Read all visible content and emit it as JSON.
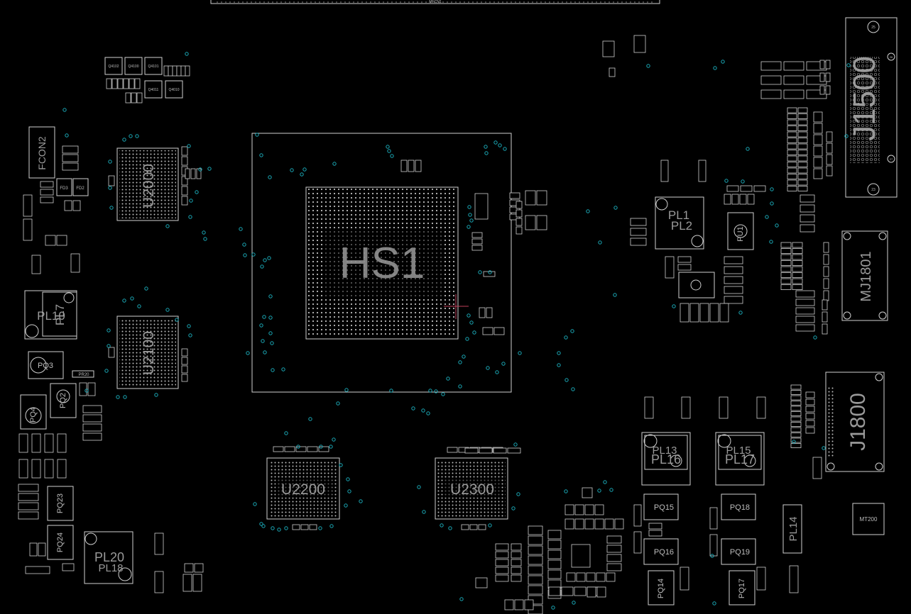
{
  "view": {
    "background": "#000000",
    "outline_color": "#cfcfcf",
    "via_color": "#1aa7b5",
    "label_color": "#9a9a9a"
  },
  "top_connector": {
    "label": "MFCN1"
  },
  "main_labels": {
    "hs1": "HS1",
    "u2000": "U2000",
    "u2100": "U2100",
    "u2200": "U2200",
    "u2300": "U2300",
    "j1500": "J1500",
    "j1800": "J1800",
    "mj1801": "MJ1801",
    "fcon2": "FCON2",
    "pl10": "PL10",
    "pl7": "PL7",
    "pl1": "PL1",
    "pl2": "PL2",
    "pl13": "PL13",
    "pl16": "PL16",
    "pl15": "PL15",
    "pl17": "PL17",
    "pl20": "PL20",
    "pl18": "PL18",
    "pl14": "PL14"
  },
  "small_labels": {
    "pq3": "PQ3",
    "pq4": "PQ4",
    "pq2": "PQ2",
    "pq23": "PQ23",
    "pq24": "PQ24",
    "pq15": "PQ15",
    "pq16": "PQ16",
    "pq18": "PQ18",
    "pq19": "PQ19",
    "pq14": "PQ14",
    "pq17": "PQ17",
    "mt200": "MT200",
    "pr20": "PR20",
    "fd3": "FD3",
    "fd2": "FD2",
    "q4102": "Q4102",
    "q4100": "Q4100",
    "q4101": "Q4101",
    "q4011": "Q4011",
    "q4010": "Q4010",
    "pu1": "PU1"
  },
  "j1500_pins": {
    "top": "25",
    "mid": "26",
    "right": "27",
    "bottom": "23"
  }
}
